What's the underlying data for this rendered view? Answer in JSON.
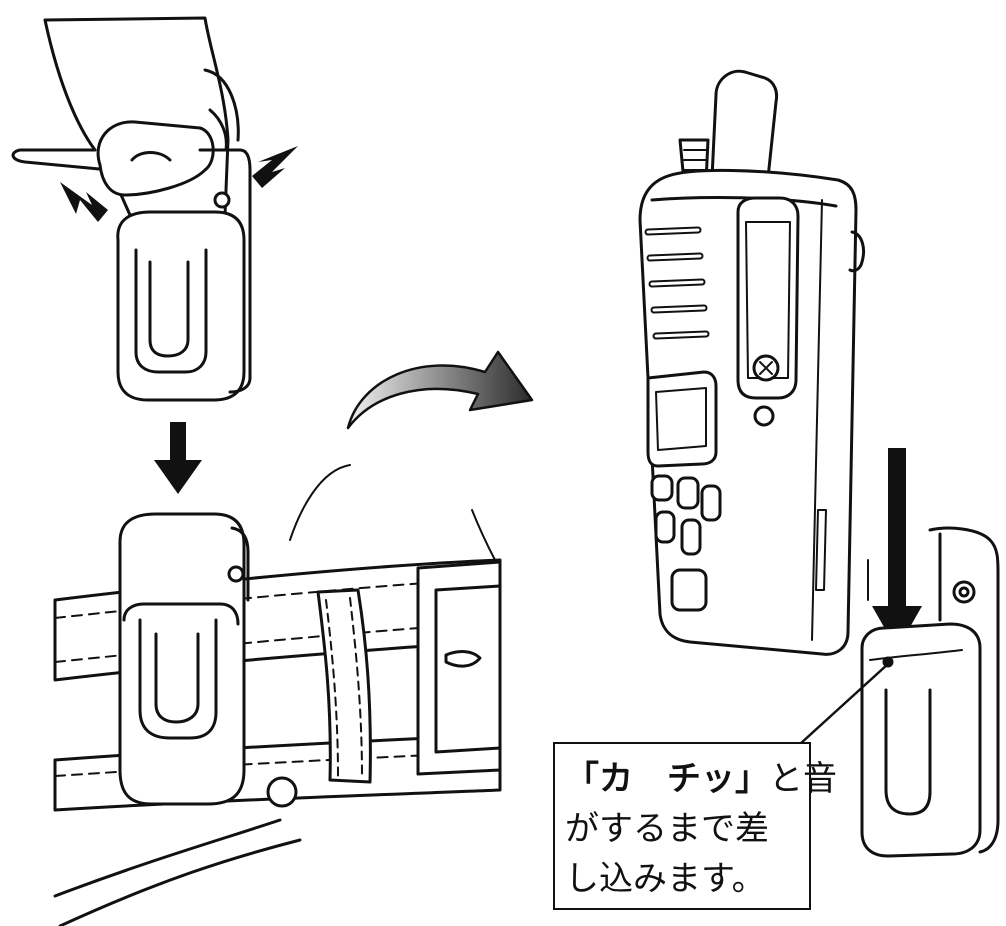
{
  "callout": {
    "line1_quote": "「カ　チッ」",
    "line1_rest": "と音",
    "line2": "がするまで差",
    "line3": "し込みます。"
  },
  "colors": {
    "ink": "#111111",
    "curved_arrow_light": "#f2f2f2",
    "curved_arrow_dark": "#2b2b2b"
  }
}
